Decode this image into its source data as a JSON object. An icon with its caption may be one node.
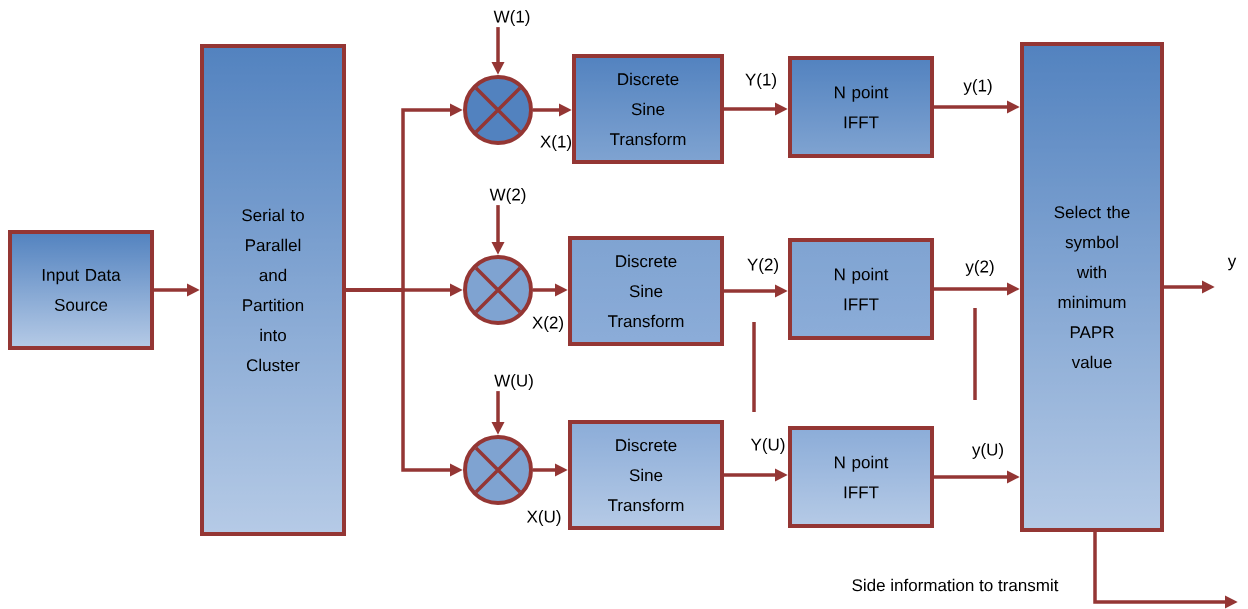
{
  "diagram": {
    "nodes": [
      {
        "text": [
          "Input Data Source"
        ]
      },
      {
        "text": [
          "Serial to Parallel and Partition into Cluster"
        ]
      },
      {
        "text": [
          "W(1)"
        ]
      },
      {
        "text": [
          "W(2)"
        ]
      },
      {
        "text": [
          "W(U)"
        ]
      },
      {
        "text": [],
        "shape": "circle"
      },
      {
        "text": [],
        "shape": "circle"
      },
      {
        "text": [],
        "shape": "circle"
      },
      {
        "text": [
          "Discrete Sine Transform"
        ]
      },
      {
        "text": [
          "Discrete Sine Transform"
        ]
      },
      {
        "text": [
          "Discrete Sine Transform"
        ]
      },
      {
        "text": [
          "N point IFFT"
        ]
      },
      {
        "text": [
          "N point IFFT"
        ]
      },
      {
        "text": [
          "N point IFFT"
        ]
      },
      {
        "text": [
          "Select the symbol with minimum PAPR value"
        ]
      }
    ],
    "edges": [
      {
        "from": 0,
        "to": 1,
        "arrow": "to"
      },
      {
        "from": 1,
        "to": 5,
        "arrow": "to"
      },
      {
        "from": 1,
        "to": 6,
        "arrow": "to"
      },
      {
        "from": 1,
        "to": 7,
        "arrow": "to"
      },
      {
        "from": 2,
        "to": 5,
        "arrow": "to"
      },
      {
        "from": 3,
        "to": 6,
        "arrow": "to"
      },
      {
        "from": 4,
        "to": 7,
        "arrow": "to"
      },
      {
        "from": 5,
        "to": 8,
        "arrow": "to",
        "label": "X(1)"
      },
      {
        "from": 6,
        "to": 9,
        "arrow": "to",
        "label": "X(2)"
      },
      {
        "from": 7,
        "to": 10,
        "arrow": "to",
        "label": "X(U)"
      },
      {
        "from": 8,
        "to": 11,
        "arrow": "to",
        "label": "Y(1)"
      },
      {
        "from": 9,
        "to": 12,
        "arrow": "to",
        "label": "Y(2)"
      },
      {
        "from": 10,
        "to": 13,
        "arrow": "to",
        "label": "Y(U)"
      },
      {
        "from": 11,
        "to": 14,
        "arrow": "to",
        "label": "y(1)"
      },
      {
        "from": 12,
        "to": 14,
        "arrow": "to",
        "label": "y(2)"
      },
      {
        "from": 13,
        "to": 14,
        "arrow": "to",
        "label": "y(U)"
      },
      {
        "from": 14,
        "to": null,
        "arrow": "to",
        "label": "y"
      },
      {
        "from": 14,
        "to": null,
        "arrow": "to",
        "label": "Side information to transmit"
      }
    ]
  }
}
